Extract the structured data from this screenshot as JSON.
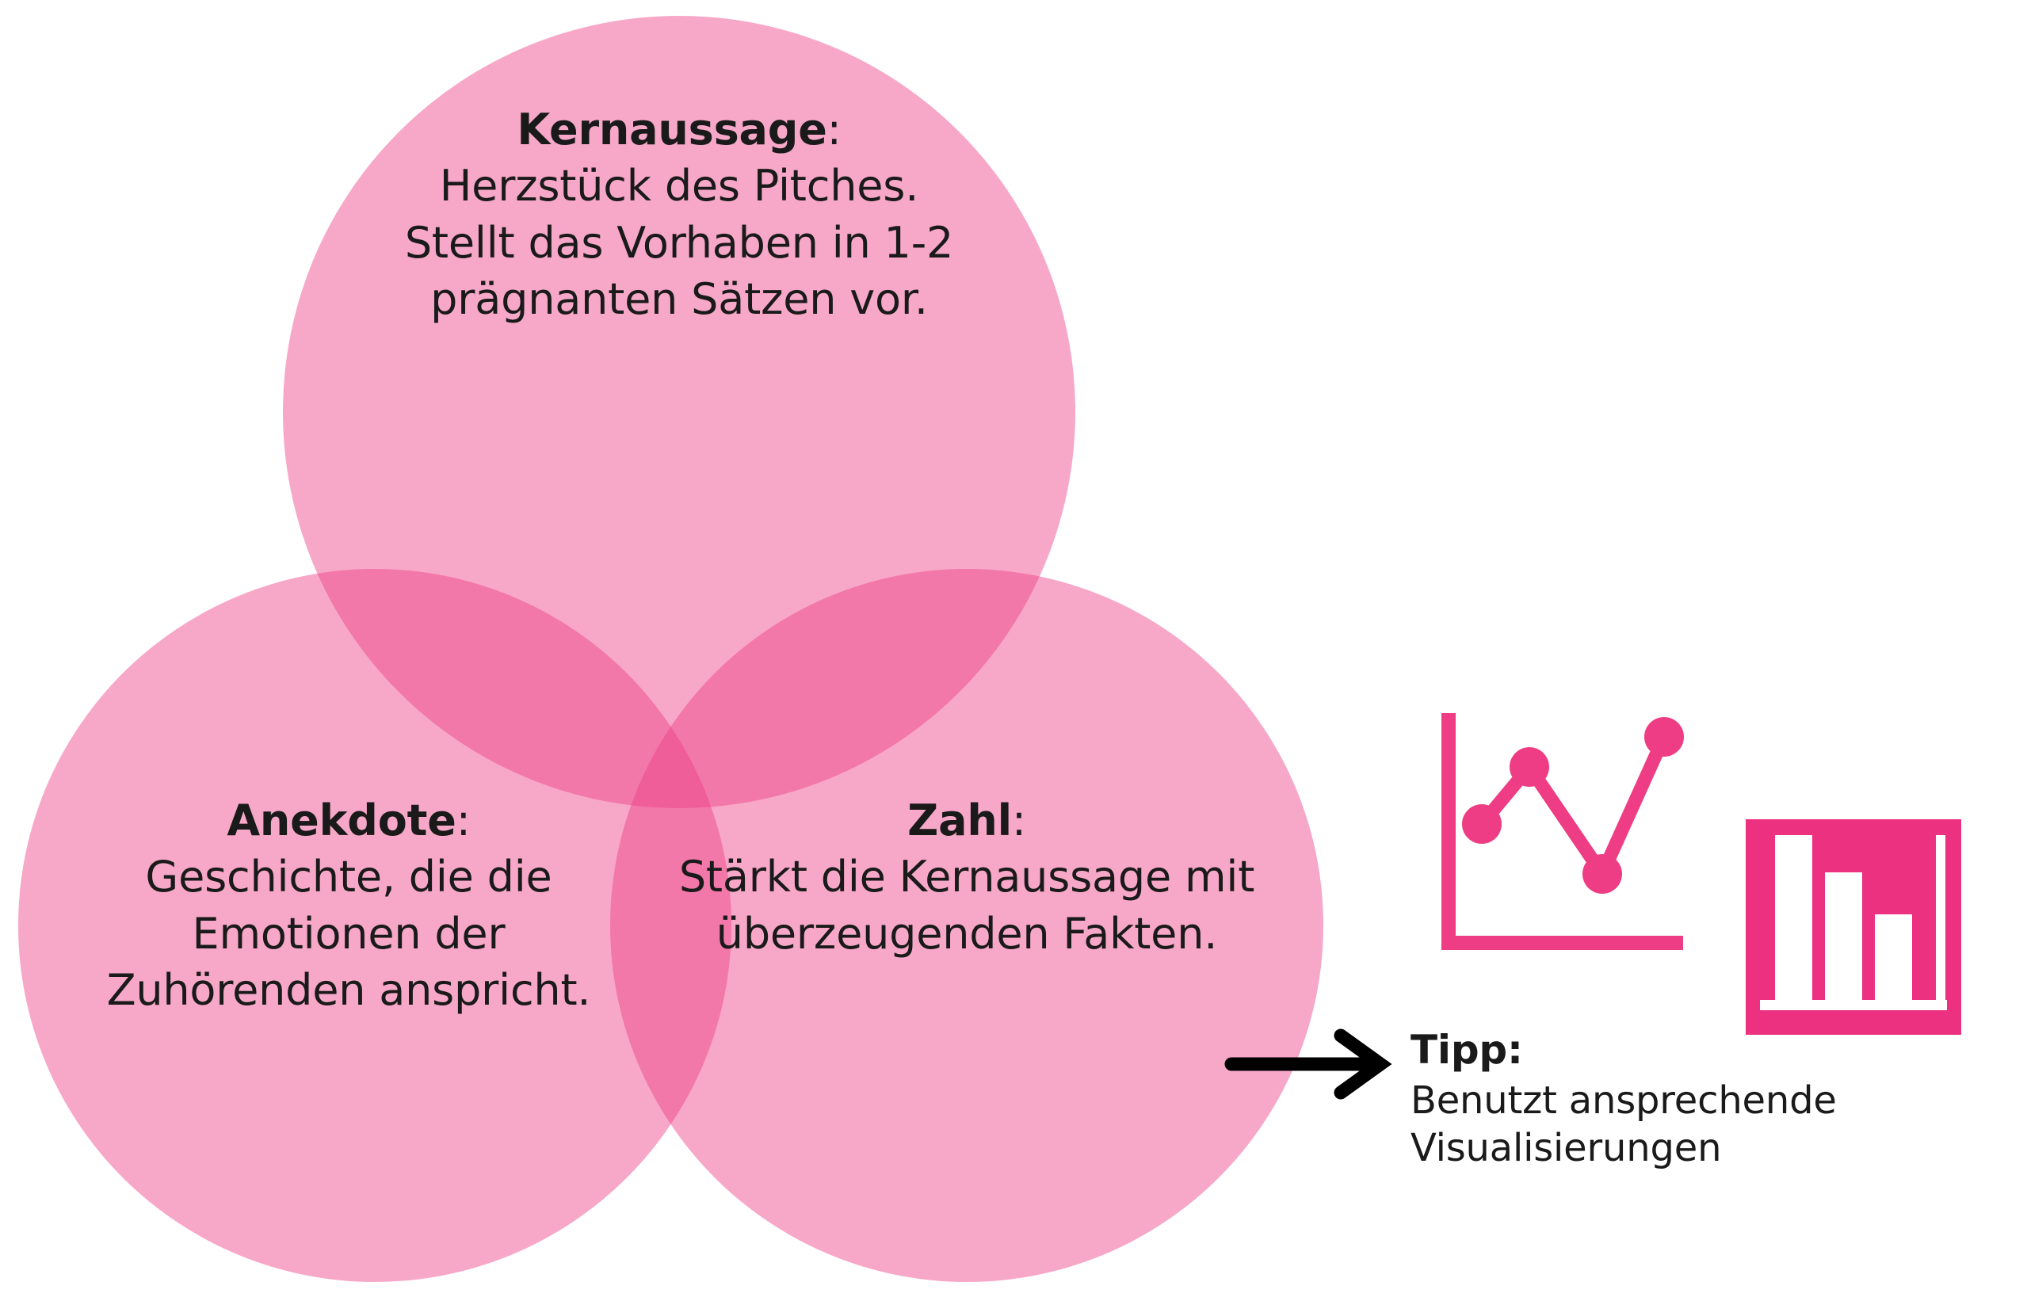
{
  "diagram": {
    "type": "venn",
    "accent_color": "#ee3d84",
    "circle_fill": "#f49ac1",
    "overlap_2_color": "#ef6fa5",
    "overlap_3_color": "#ec4790",
    "text_color": "#1a1a1a",
    "background": "#ffffff",
    "circles": [
      {
        "id": "kernaussage",
        "position": "top",
        "title": "Kernaussage",
        "separator": ":",
        "body": "Herzstück des Pitches. Stellt das Vorhaben in 1-2 prägnanten Sätzen vor."
      },
      {
        "id": "anekdote",
        "position": "bottom-left",
        "title": "Anekdote",
        "separator": ":",
        "body": "Geschichte, die die Emotionen der Zuhörenden anspricht."
      },
      {
        "id": "zahl",
        "position": "bottom-right",
        "title": "Zahl",
        "separator": ":",
        "body": "Stärkt die Kernaussage mit überzeugenden Fakten."
      }
    ]
  },
  "callout": {
    "arrow": "right-arrow",
    "title": "Tipp:",
    "body": "Benutzt ansprechende Visualisierungen",
    "icons": [
      {
        "name": "line-chart-icon",
        "color": "#ee3d84"
      },
      {
        "name": "bar-chart-icon",
        "color": "#ec3180"
      }
    ]
  },
  "chart_data": [
    {
      "type": "line",
      "title": "",
      "x": [
        1,
        2,
        3,
        4
      ],
      "values": [
        42,
        78,
        12,
        92
      ],
      "xlabel": "",
      "ylabel": "",
      "grid": false,
      "legend": "none",
      "marker": "circle",
      "color": "#ee3d84"
    },
    {
      "type": "bar",
      "title": "",
      "categories": [
        "1",
        "2",
        "3"
      ],
      "values": [
        100,
        76,
        47
      ],
      "xlabel": "",
      "ylabel": "",
      "grid": false,
      "legend": "none",
      "color": "#ffffff",
      "panel_color": "#ec3180"
    }
  ]
}
